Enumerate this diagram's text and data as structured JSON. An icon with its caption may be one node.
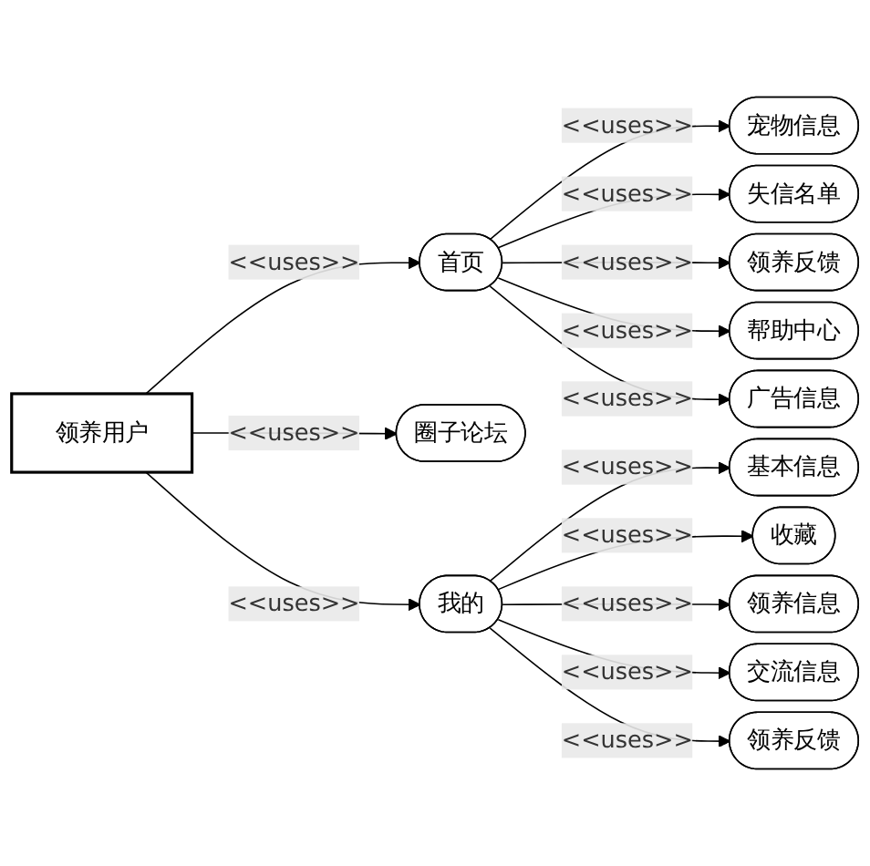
{
  "diagram": {
    "nodes": [
      {
        "text": [
          "领养用户"
        ]
      },
      {
        "text": [
          "首页"
        ]
      },
      {
        "text": [
          "宠物信息"
        ]
      },
      {
        "text": [
          "失信名单"
        ]
      },
      {
        "text": [
          "领养反馈"
        ]
      },
      {
        "text": [
          "帮助中心"
        ]
      },
      {
        "text": [
          "广告信息"
        ]
      },
      {
        "text": [
          "圈子论坛"
        ]
      },
      {
        "text": [
          "我的"
        ]
      },
      {
        "text": [
          "基本信息"
        ]
      },
      {
        "text": [
          "收藏"
        ]
      },
      {
        "text": [
          "领养信息"
        ]
      },
      {
        "text": [
          "交流信息"
        ]
      },
      {
        "text": [
          "领养反馈"
        ]
      }
    ],
    "edges": [
      {
        "from": 0,
        "to": 1,
        "arrow": "to",
        "label": "<<uses>>"
      },
      {
        "from": 0,
        "to": 7,
        "arrow": "to",
        "label": "<<uses>>"
      },
      {
        "from": 0,
        "to": 8,
        "arrow": "to",
        "label": "<<uses>>"
      },
      {
        "from": 1,
        "to": 2,
        "arrow": "to",
        "label": "<<uses>>"
      },
      {
        "from": 1,
        "to": 3,
        "arrow": "to",
        "label": "<<uses>>"
      },
      {
        "from": 1,
        "to": 4,
        "arrow": "to",
        "label": "<<uses>>"
      },
      {
        "from": 1,
        "to": 5,
        "arrow": "to",
        "label": "<<uses>>"
      },
      {
        "from": 1,
        "to": 6,
        "arrow": "to",
        "label": "<<uses>>"
      },
      {
        "from": 8,
        "to": 9,
        "arrow": "to",
        "label": "<<uses>>"
      },
      {
        "from": 8,
        "to": 10,
        "arrow": "to",
        "label": "<<uses>>"
      },
      {
        "from": 8,
        "to": 11,
        "arrow": "to",
        "label": "<<uses>>"
      },
      {
        "from": 8,
        "to": 12,
        "arrow": "to",
        "label": "<<uses>>"
      },
      {
        "from": 8,
        "to": 13,
        "arrow": "to",
        "label": "<<uses>>"
      }
    ]
  }
}
